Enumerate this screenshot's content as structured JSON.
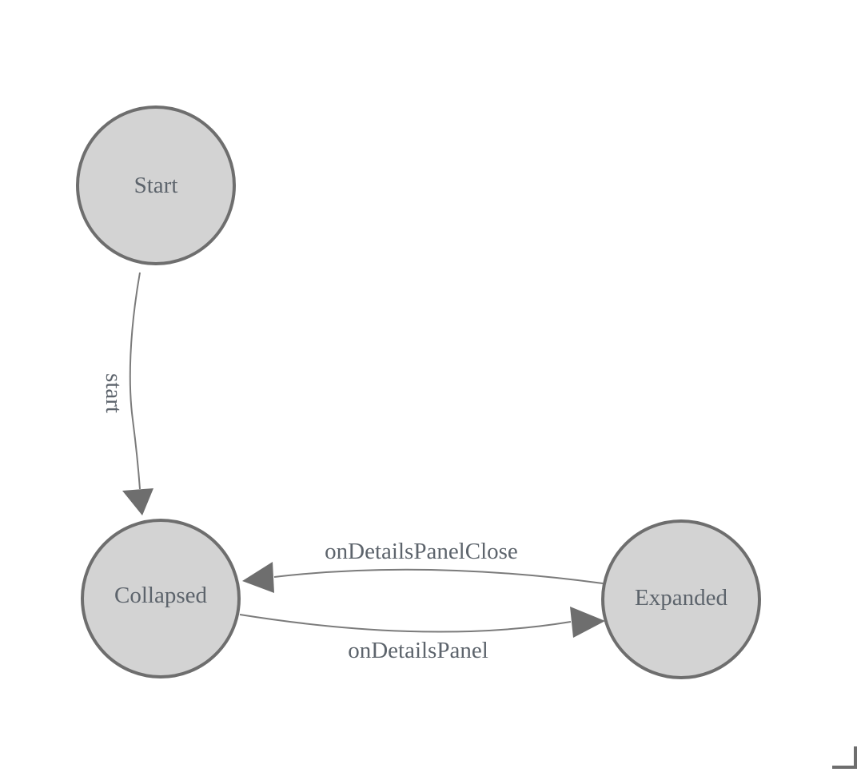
{
  "diagram": {
    "kind": "state-machine",
    "background": "#ffffff",
    "colors": {
      "node_fill": "#d3d3d3",
      "node_stroke": "#6e6e6e",
      "edge_stroke": "#7b7b7b",
      "arrow_fill": "#6e6e6e",
      "text": "#5d646c",
      "corner_mark": "#6e6e6e"
    },
    "nodes": [
      {
        "id": "start",
        "label": "Start"
      },
      {
        "id": "collapsed",
        "label": "Collapsed"
      },
      {
        "id": "expanded",
        "label": "Expanded"
      }
    ],
    "edges": [
      {
        "from": "Start",
        "to": "Collapsed",
        "label": "start"
      },
      {
        "from": "Expanded",
        "to": "Collapsed",
        "label": "onDetailsPanelClose"
      },
      {
        "from": "Collapsed",
        "to": "Expanded",
        "label": "onDetailsPanel"
      }
    ]
  }
}
